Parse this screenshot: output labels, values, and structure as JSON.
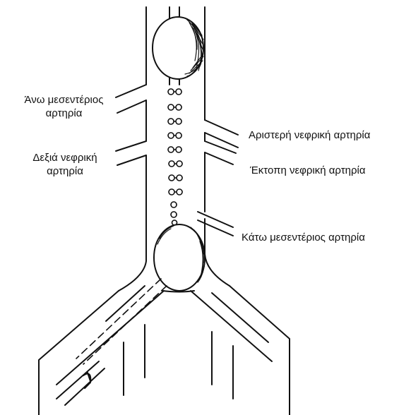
{
  "labels": {
    "superior_mesenteric": [
      "Άνω μεσεντέριος",
      "αρτηρία"
    ],
    "right_renal": [
      "Δεξιά νεφρική",
      "αρτηρία"
    ],
    "left_renal": "Αριστερή νεφρική αρτηρία",
    "ectopic_renal": "Έκτοπη νεφρική αρτηρία",
    "inferior_mesenteric": "Κάτω μεσεντέριος αρτηρία"
  },
  "colors": {
    "line": "#111111",
    "background": "#ffffff"
  }
}
